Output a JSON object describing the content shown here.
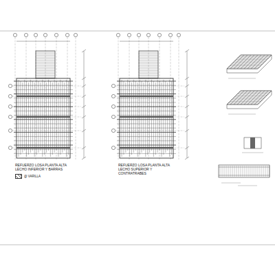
{
  "diagram": {
    "labels": [
      "REFUERZO LOSA PLANTA ALTA LECHO INFERIOR Y BARRAS",
      "REFUERZO LOSA PLANTA ALTA LECHO SUPERIOR Y CONTRATRABES"
    ],
    "legend": [
      {
        "text": "@ VARILLA"
      }
    ]
  }
}
